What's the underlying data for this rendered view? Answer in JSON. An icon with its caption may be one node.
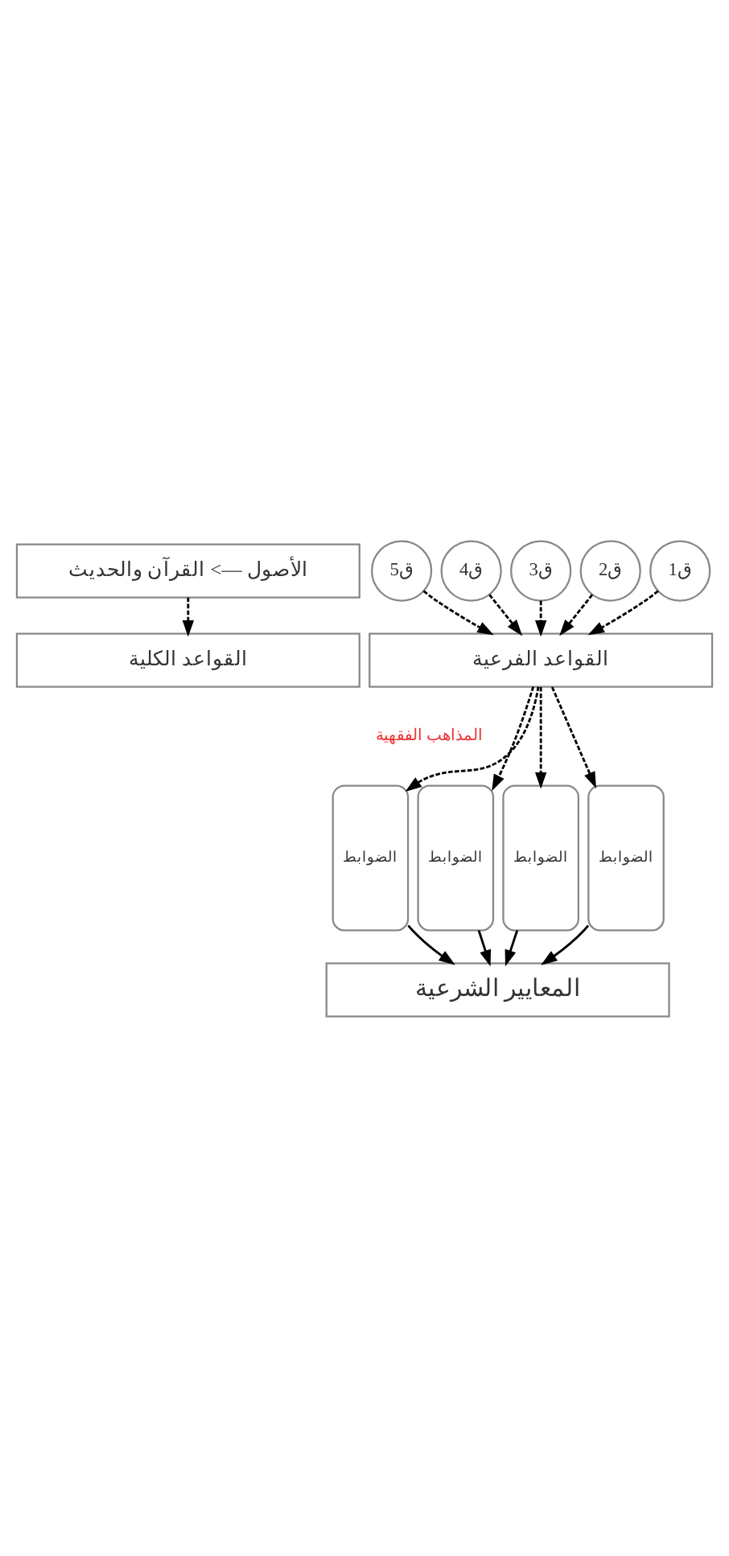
{
  "diagram": {
    "nodes": [
      {
        "text": [
          "الأصول —> القرآن والحديث"
        ]
      },
      {
        "text": [
          "القواعد الكلية"
        ]
      },
      {
        "text": [
          "ق1"
        ]
      },
      {
        "text": [
          "ق2"
        ]
      },
      {
        "text": [
          "ق3"
        ]
      },
      {
        "text": [
          "ق4"
        ]
      },
      {
        "text": [
          "ق5"
        ]
      },
      {
        "text": [
          "القواعد الفرعية"
        ]
      },
      {
        "text": [
          "الضوابط"
        ]
      },
      {
        "text": [
          "الضوابط"
        ]
      },
      {
        "text": [
          "الضوابط"
        ]
      },
      {
        "text": [
          "الضوابط"
        ]
      },
      {
        "text": [
          "المعايير الشرعية"
        ]
      }
    ],
    "edges": [
      {
        "from": 0,
        "to": 1,
        "arrow": "to",
        "style": "dashed"
      },
      {
        "from": 2,
        "to": 7,
        "arrow": "to",
        "style": "dashed"
      },
      {
        "from": 3,
        "to": 7,
        "arrow": "to",
        "style": "dashed"
      },
      {
        "from": 4,
        "to": 7,
        "arrow": "to",
        "style": "dashed"
      },
      {
        "from": 5,
        "to": 7,
        "arrow": "to",
        "style": "dashed"
      },
      {
        "from": 6,
        "to": 7,
        "arrow": "to",
        "style": "dashed"
      },
      {
        "from": 7,
        "to": 8,
        "arrow": "to",
        "style": "dashed"
      },
      {
        "from": 7,
        "to": 9,
        "arrow": "to",
        "style": "dashed"
      },
      {
        "from": 7,
        "to": 10,
        "arrow": "to",
        "style": "dashed"
      },
      {
        "from": 7,
        "to": 11,
        "arrow": "to",
        "style": "dashed"
      },
      {
        "from": 8,
        "to": 12,
        "arrow": "to"
      },
      {
        "from": 9,
        "to": 12,
        "arrow": "to"
      },
      {
        "from": 10,
        "to": 12,
        "arrow": "to"
      },
      {
        "from": 11,
        "to": 12,
        "arrow": "to"
      }
    ],
    "labels": [
      "المذاهب الفقهية"
    ]
  }
}
